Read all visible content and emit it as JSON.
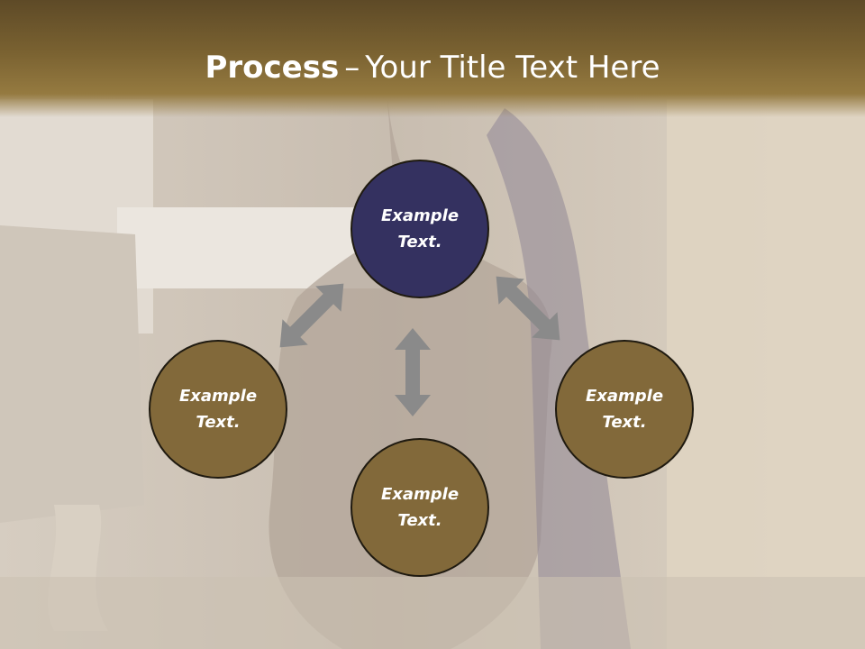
{
  "title": {
    "bold": "Process",
    "separator": "–",
    "rest": "Your Title Text Here"
  },
  "colors": {
    "header": "#7a6231",
    "center_node": "#343160",
    "outer_node": "#82693a",
    "arrow": "#8a8a8a"
  },
  "nodes": [
    {
      "label": "Example\nText.",
      "color": "#343160"
    },
    {
      "label": "Example\nText.",
      "color": "#82693a"
    },
    {
      "label": "Example\nText.",
      "color": "#82693a"
    },
    {
      "label": "Example\nText.",
      "color": "#82693a"
    }
  ]
}
